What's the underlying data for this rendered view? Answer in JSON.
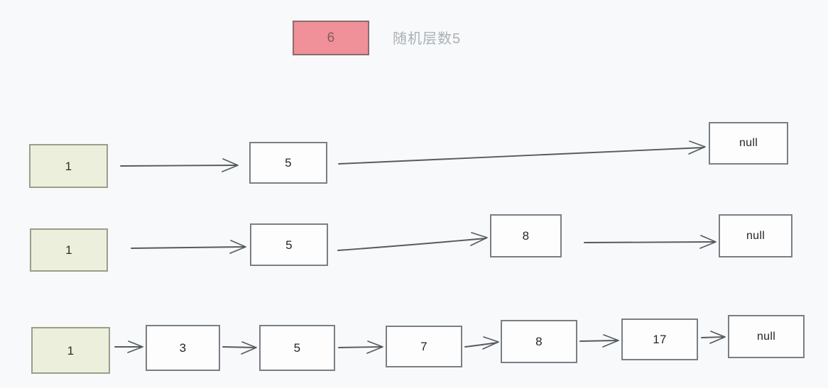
{
  "diagram": {
    "title_label": "随机层数5",
    "background_color": "#f7f9fa",
    "new_node": {
      "value": "6",
      "fill_color": "#f09098",
      "border_color": "#8b6b6f"
    },
    "head_node_color": "#ebefdb",
    "node_border_color": "#7b7f84",
    "levels": [
      {
        "name": "level-top",
        "nodes": [
          {
            "label": "1",
            "kind": "head"
          },
          {
            "label": "5",
            "kind": "node"
          },
          {
            "label": "null",
            "kind": "null"
          }
        ]
      },
      {
        "name": "level-middle",
        "nodes": [
          {
            "label": "1",
            "kind": "head"
          },
          {
            "label": "5",
            "kind": "node"
          },
          {
            "label": "8",
            "kind": "node"
          },
          {
            "label": "null",
            "kind": "null"
          }
        ]
      },
      {
        "name": "level-bottom",
        "nodes": [
          {
            "label": "1",
            "kind": "head"
          },
          {
            "label": "3",
            "kind": "node"
          },
          {
            "label": "5",
            "kind": "node"
          },
          {
            "label": "7",
            "kind": "node"
          },
          {
            "label": "8",
            "kind": "node"
          },
          {
            "label": "17",
            "kind": "node"
          },
          {
            "label": "null",
            "kind": "null"
          }
        ]
      }
    ]
  }
}
